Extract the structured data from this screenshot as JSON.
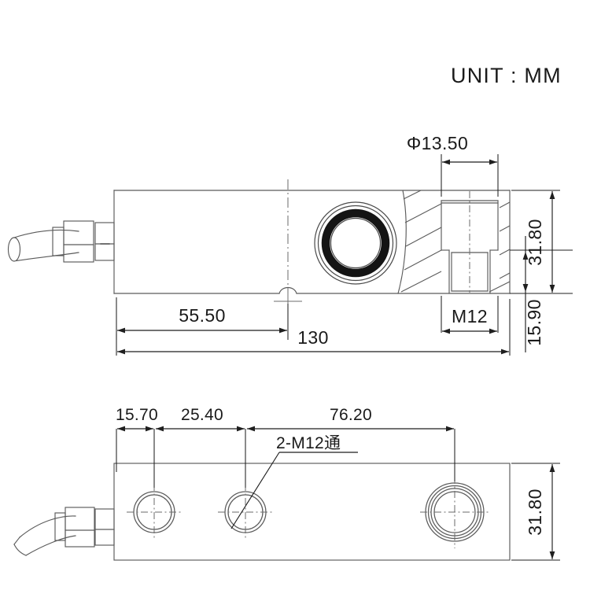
{
  "page": {
    "title_note": "UNIT : MM",
    "background": "#ffffff",
    "line_color": "#5b5b5b",
    "text_color": "#1a1a1a"
  },
  "drawing": {
    "name": "shear-beam-load-cell-dimension-drawing",
    "views": [
      {
        "id": "side-view",
        "label": "side-view"
      },
      {
        "id": "top-view",
        "label": "top-view"
      }
    ]
  },
  "side_view": {
    "dimensions": {
      "bore_diameter": "Φ13.50",
      "distance_to_center": "55.50",
      "overall_length": "130",
      "thread": "M12",
      "body_height": "31.80",
      "thread_depth": "15.90"
    },
    "features": {
      "cable_gland": "cable-gland",
      "load_button": "load-button",
      "threaded_bore": "threaded-bore",
      "section_hatch": "section-hatch",
      "center_mark": "center-mark"
    }
  },
  "top_view": {
    "dimensions": {
      "edge_to_first_hole": "15.70",
      "first_to_second_hole": "25.40",
      "second_to_third_hole": "76.20",
      "body_width": "31.80"
    },
    "callout": "2-M12通",
    "features": {
      "cable_gland": "cable-gland",
      "mounting_hole_1": "mounting-hole",
      "mounting_hole_2": "mounting-hole",
      "load_hole": "load-hole"
    }
  }
}
